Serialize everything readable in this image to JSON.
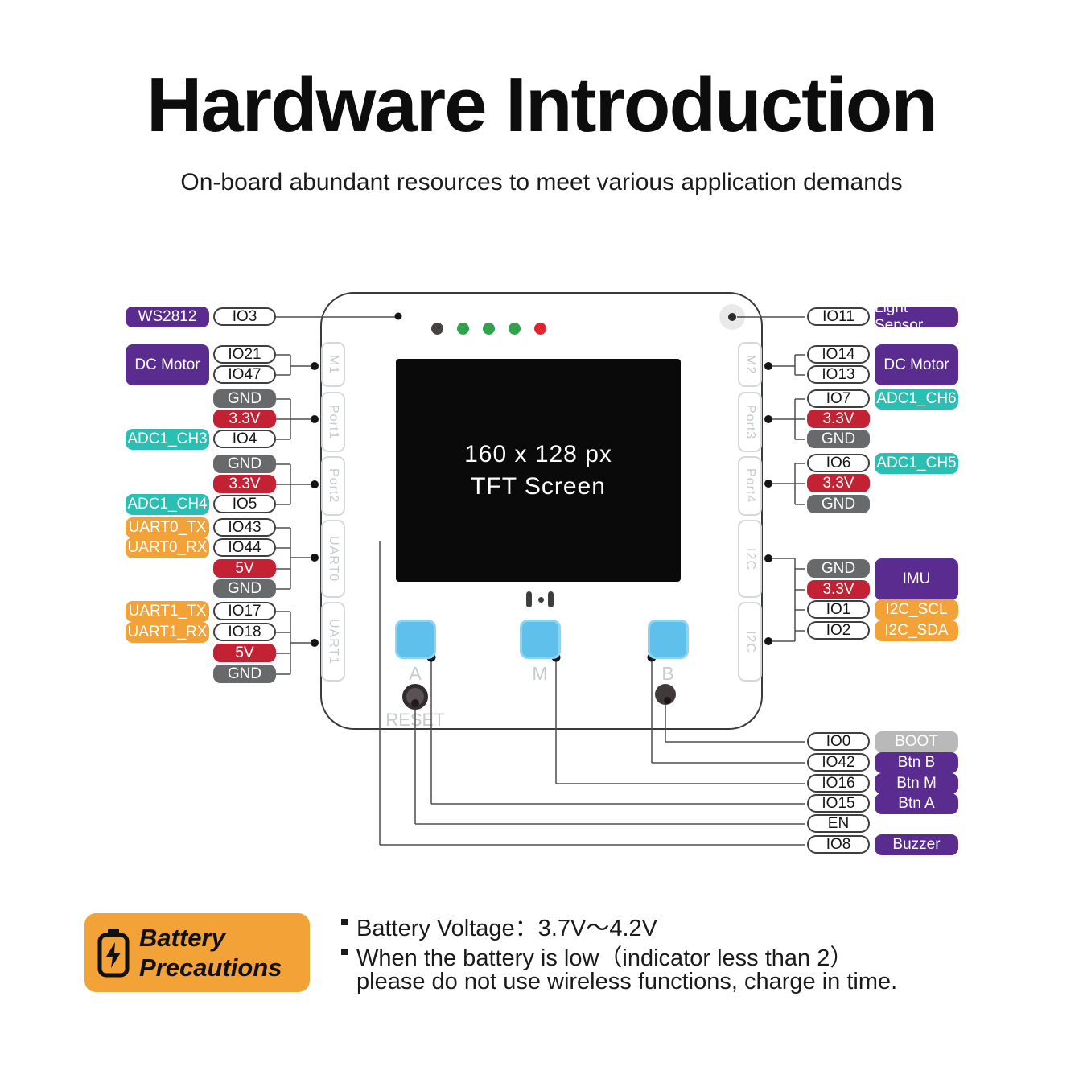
{
  "header": {
    "title": "Hardware Introduction",
    "subtitle": "On-board abundant resources to meet various application demands"
  },
  "colors": {
    "purple": "#5B2C8F",
    "teal": "#2BBEB2",
    "red": "#C22233",
    "orange": "#F2A237",
    "gnd_gray": "#67696B",
    "boot_gray": "#B9B9B9",
    "button_blue": "#5FC0EC",
    "button_blue_border": "#8DD3F3",
    "wire": "#4D4D4D",
    "led_colors": [
      "#474140",
      "#2FA24B",
      "#2FA24B",
      "#2FA24B",
      "#E02531"
    ]
  },
  "device": {
    "screen": {
      "line1": "160 x 128 px",
      "line2": "TFT Screen"
    },
    "left_ports": [
      "M1",
      "Port1",
      "Port2",
      "UART0",
      "UART1"
    ],
    "right_ports": [
      "M2",
      "Port3",
      "Port4",
      "I2C",
      "I2C"
    ],
    "buttons": [
      {
        "label": "A"
      },
      {
        "label": "M"
      },
      {
        "label": "B"
      }
    ],
    "reset_label": "RESET"
  },
  "left_groups": [
    {
      "port": null,
      "pins": [
        {
          "label": "IO3",
          "type": "io"
        }
      ],
      "tags": [
        {
          "text": "WS2812",
          "color": "purple",
          "row": 0,
          "span": 1
        }
      ]
    },
    {
      "port": "M1",
      "pins": [
        {
          "label": "IO21",
          "type": "io"
        },
        {
          "label": "IO47",
          "type": "io"
        }
      ],
      "tags": [
        {
          "text": "DC Motor",
          "color": "purple",
          "row": 0,
          "span": 2
        }
      ]
    },
    {
      "port": "Port1",
      "pins": [
        {
          "label": "GND",
          "type": "gnd"
        },
        {
          "label": "3.3V",
          "type": "pwr"
        },
        {
          "label": "IO4",
          "type": "io"
        }
      ],
      "tags": [
        {
          "text": "ADC1_CH3",
          "color": "teal",
          "row": 2,
          "span": 1
        }
      ]
    },
    {
      "port": "Port2",
      "pins": [
        {
          "label": "GND",
          "type": "gnd"
        },
        {
          "label": "3.3V",
          "type": "pwr"
        },
        {
          "label": "IO5",
          "type": "io"
        }
      ],
      "tags": [
        {
          "text": "ADC1_CH4",
          "color": "teal",
          "row": 2,
          "span": 1
        }
      ]
    },
    {
      "port": "UART0",
      "pins": [
        {
          "label": "IO43",
          "type": "io"
        },
        {
          "label": "IO44",
          "type": "io"
        },
        {
          "label": "5V",
          "type": "pwr"
        },
        {
          "label": "GND",
          "type": "gnd"
        }
      ],
      "tags": [
        {
          "text": "UART0_TX",
          "color": "orange",
          "row": 0,
          "span": 1
        },
        {
          "text": "UART0_RX",
          "color": "orange",
          "row": 1,
          "span": 1
        }
      ]
    },
    {
      "port": "UART1",
      "pins": [
        {
          "label": "IO17",
          "type": "io"
        },
        {
          "label": "IO18",
          "type": "io"
        },
        {
          "label": "5V",
          "type": "pwr"
        },
        {
          "label": "GND",
          "type": "gnd"
        }
      ],
      "tags": [
        {
          "text": "UART1_TX",
          "color": "orange",
          "row": 0,
          "span": 1
        },
        {
          "text": "UART1_RX",
          "color": "orange",
          "row": 1,
          "span": 1
        }
      ]
    }
  ],
  "right_groups": [
    {
      "port": null,
      "pins": [
        {
          "label": "IO11",
          "type": "io"
        }
      ],
      "tags": [
        {
          "text": "Light Sensor",
          "color": "purple",
          "row": 0,
          "span": 1
        }
      ]
    },
    {
      "port": "M2",
      "pins": [
        {
          "label": "IO14",
          "type": "io"
        },
        {
          "label": "IO13",
          "type": "io"
        }
      ],
      "tags": [
        {
          "text": "DC Motor",
          "color": "purple",
          "row": 0,
          "span": 2
        }
      ]
    },
    {
      "port": "Port3",
      "pins": [
        {
          "label": "IO7",
          "type": "io"
        },
        {
          "label": "3.3V",
          "type": "pwr"
        },
        {
          "label": "GND",
          "type": "gnd"
        }
      ],
      "tags": [
        {
          "text": "ADC1_CH6",
          "color": "teal",
          "row": 0,
          "span": 1
        }
      ]
    },
    {
      "port": "Port4",
      "pins": [
        {
          "label": "IO6",
          "type": "io"
        },
        {
          "label": "3.3V",
          "type": "pwr"
        },
        {
          "label": "GND",
          "type": "gnd"
        }
      ],
      "tags": [
        {
          "text": "ADC1_CH5",
          "color": "teal",
          "row": 0,
          "span": 1
        }
      ]
    },
    {
      "port": "I2C",
      "pins": [
        {
          "label": "GND",
          "type": "gnd"
        },
        {
          "label": "3.3V",
          "type": "pwr"
        },
        {
          "label": "IO1",
          "type": "io"
        },
        {
          "label": "IO2",
          "type": "io"
        }
      ],
      "tags": [
        {
          "text": "IMU",
          "color": "purple",
          "row": 0,
          "span": 2
        },
        {
          "text": "I2C_SCL",
          "color": "orange",
          "row": 2,
          "span": 1
        },
        {
          "text": "I2C_SDA",
          "color": "orange",
          "row": 3,
          "span": 1
        }
      ]
    }
  ],
  "bottom_rows": [
    {
      "pin": "IO0",
      "tag": "BOOT",
      "color": "gray"
    },
    {
      "pin": "IO42",
      "tag": "Btn B",
      "color": "purple"
    },
    {
      "pin": "IO16",
      "tag": "Btn M",
      "color": "purple"
    },
    {
      "pin": "IO15",
      "tag": "Btn A",
      "color": "purple"
    },
    {
      "pin": "EN",
      "tag": null,
      "color": null
    },
    {
      "pin": "IO8",
      "tag": "Buzzer",
      "color": "purple"
    }
  ],
  "battery": {
    "label_line1": "Battery",
    "label_line2": "Precautions",
    "bullet1": "Battery Voltage：3.7V～4.2V",
    "bullet2": "When the battery is low（indicator less than 2）",
    "bullet2_cont": "please do not use wireless functions, charge in time."
  }
}
